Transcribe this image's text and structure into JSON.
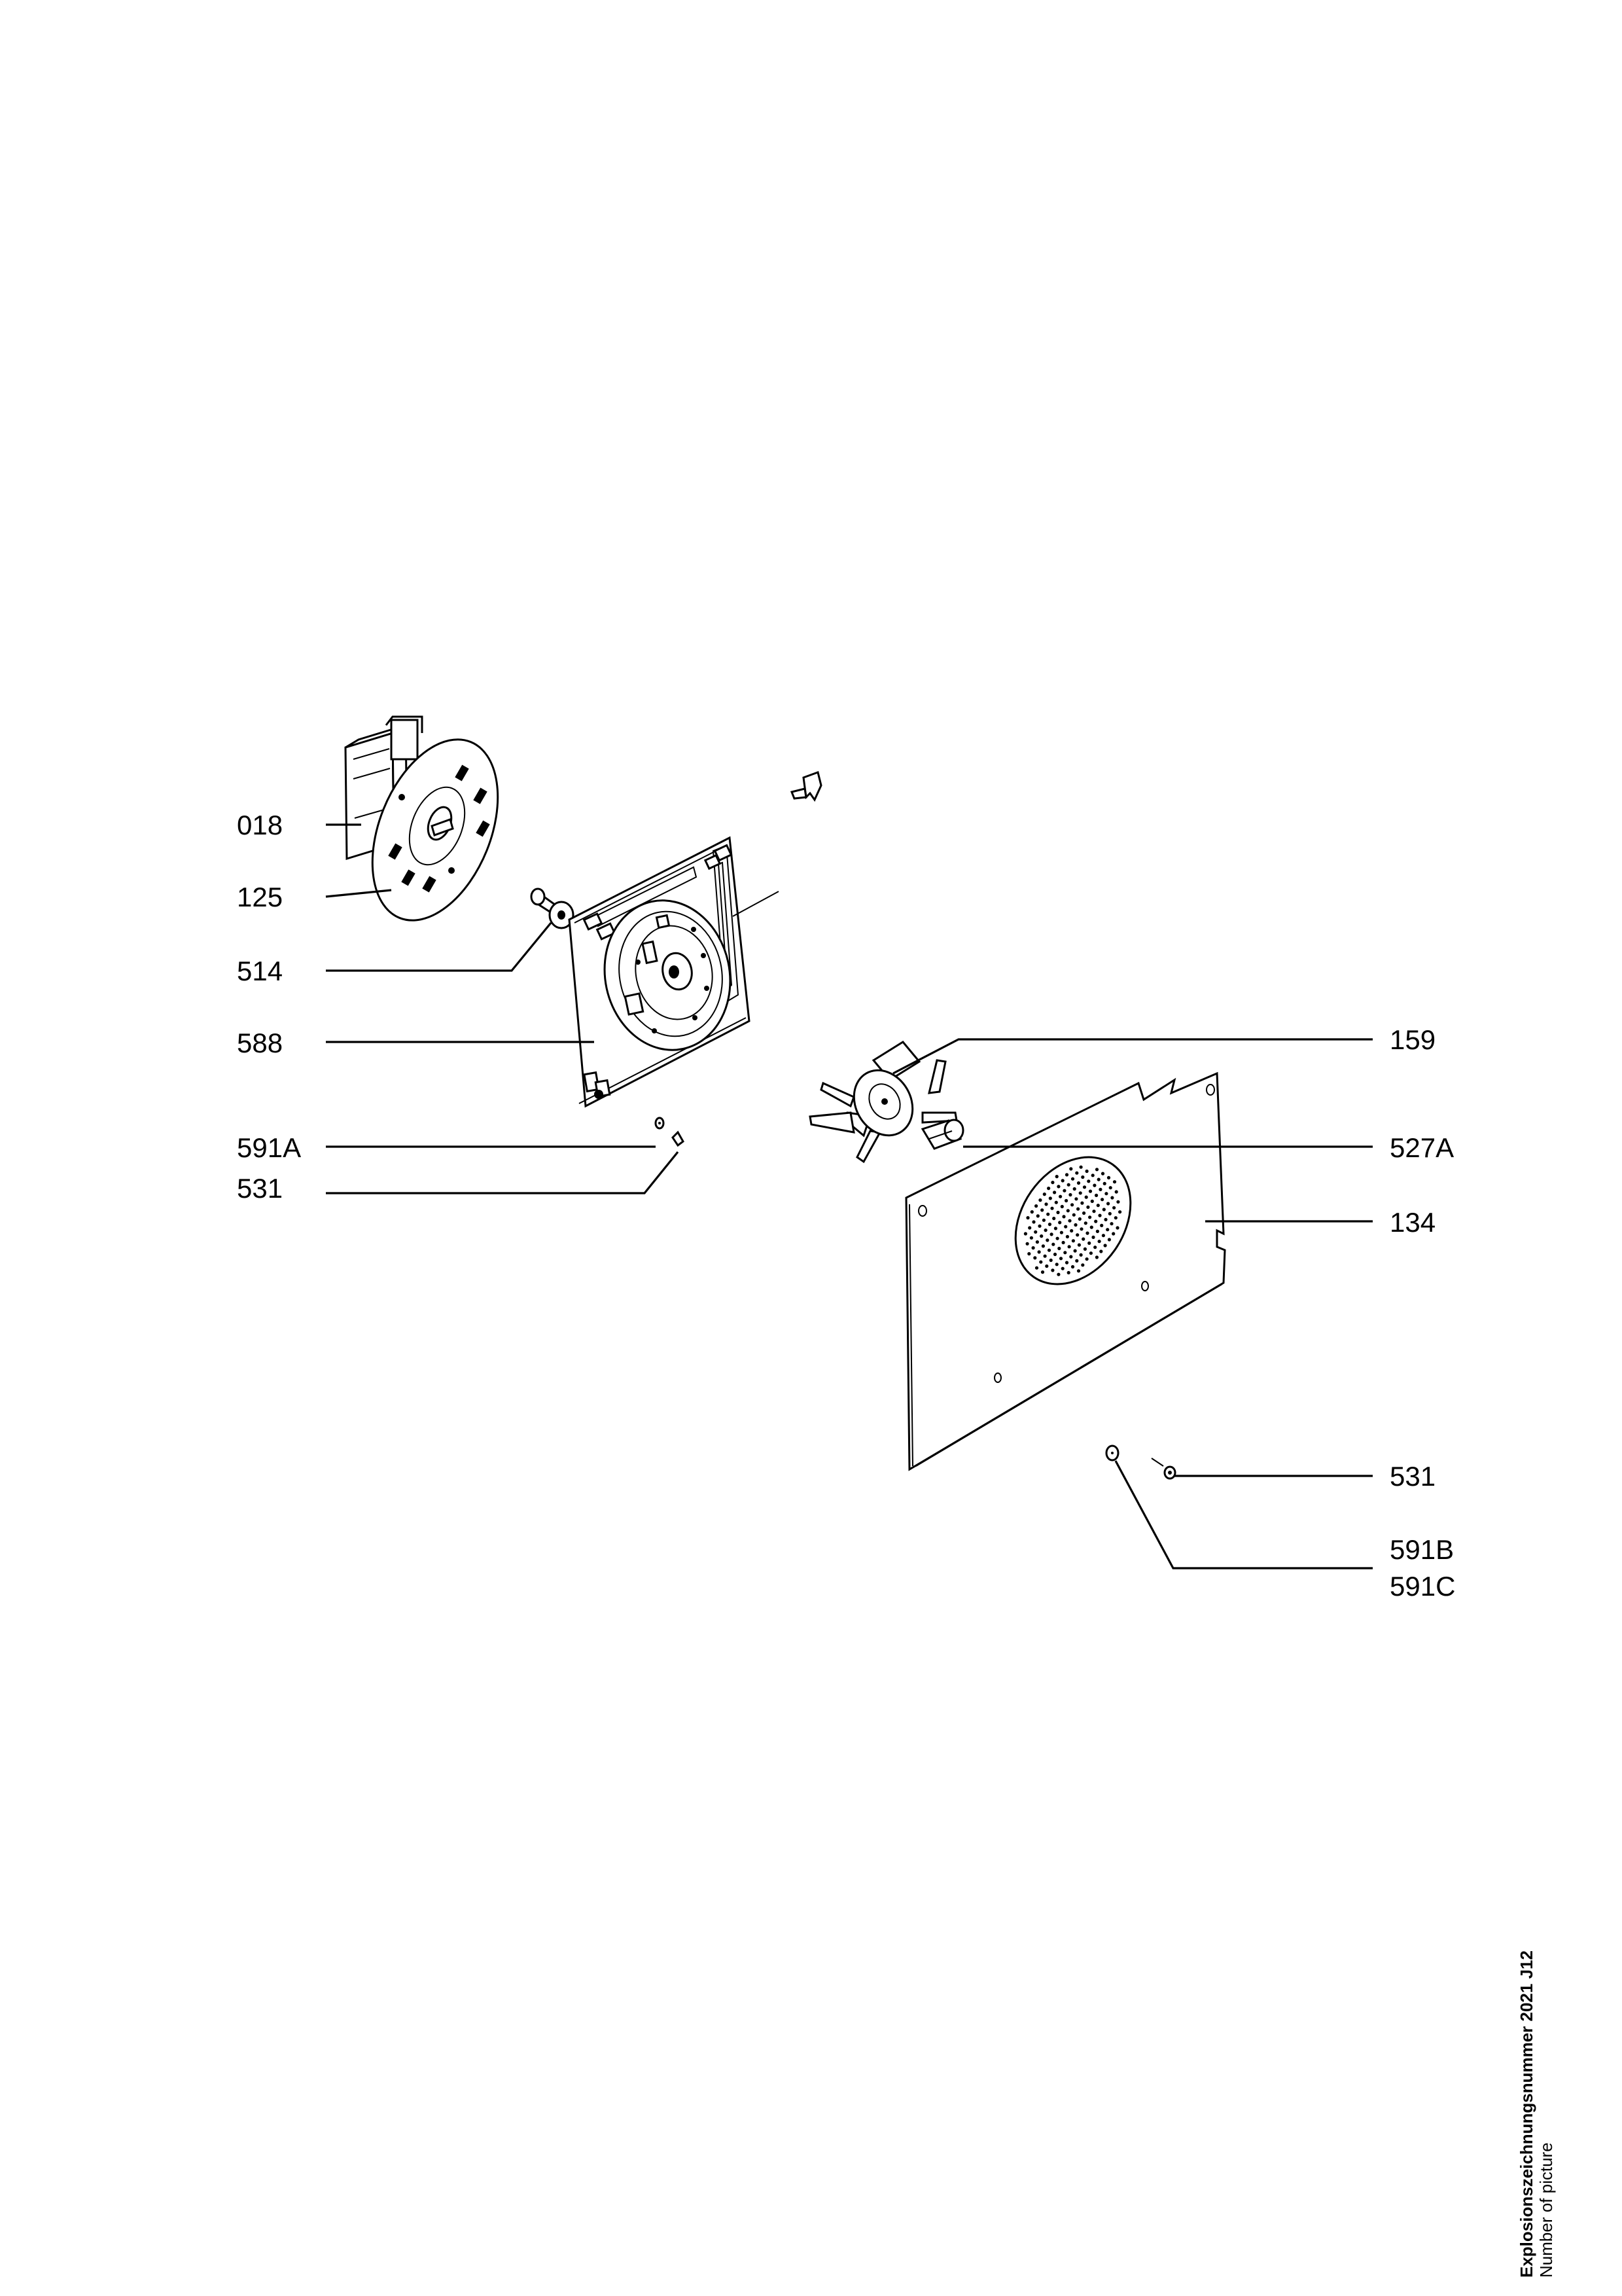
{
  "callouts": [
    {
      "id": "018",
      "label": "018"
    },
    {
      "id": "125",
      "label": "125"
    },
    {
      "id": "514",
      "label": "514"
    },
    {
      "id": "588",
      "label": "588"
    },
    {
      "id": "591A",
      "label": "591A"
    },
    {
      "id": "531_left",
      "label": "531"
    },
    {
      "id": "159",
      "label": "159"
    },
    {
      "id": "527A",
      "label": "527A"
    },
    {
      "id": "134",
      "label": "134"
    },
    {
      "id": "531_right",
      "label": "531"
    },
    {
      "id": "591B",
      "label": "591B"
    },
    {
      "id": "591C",
      "label": "591C"
    }
  ],
  "footer": {
    "title": "Explosionszeichnungsnummer 2021 J12",
    "subtitle": "Number of picture"
  }
}
